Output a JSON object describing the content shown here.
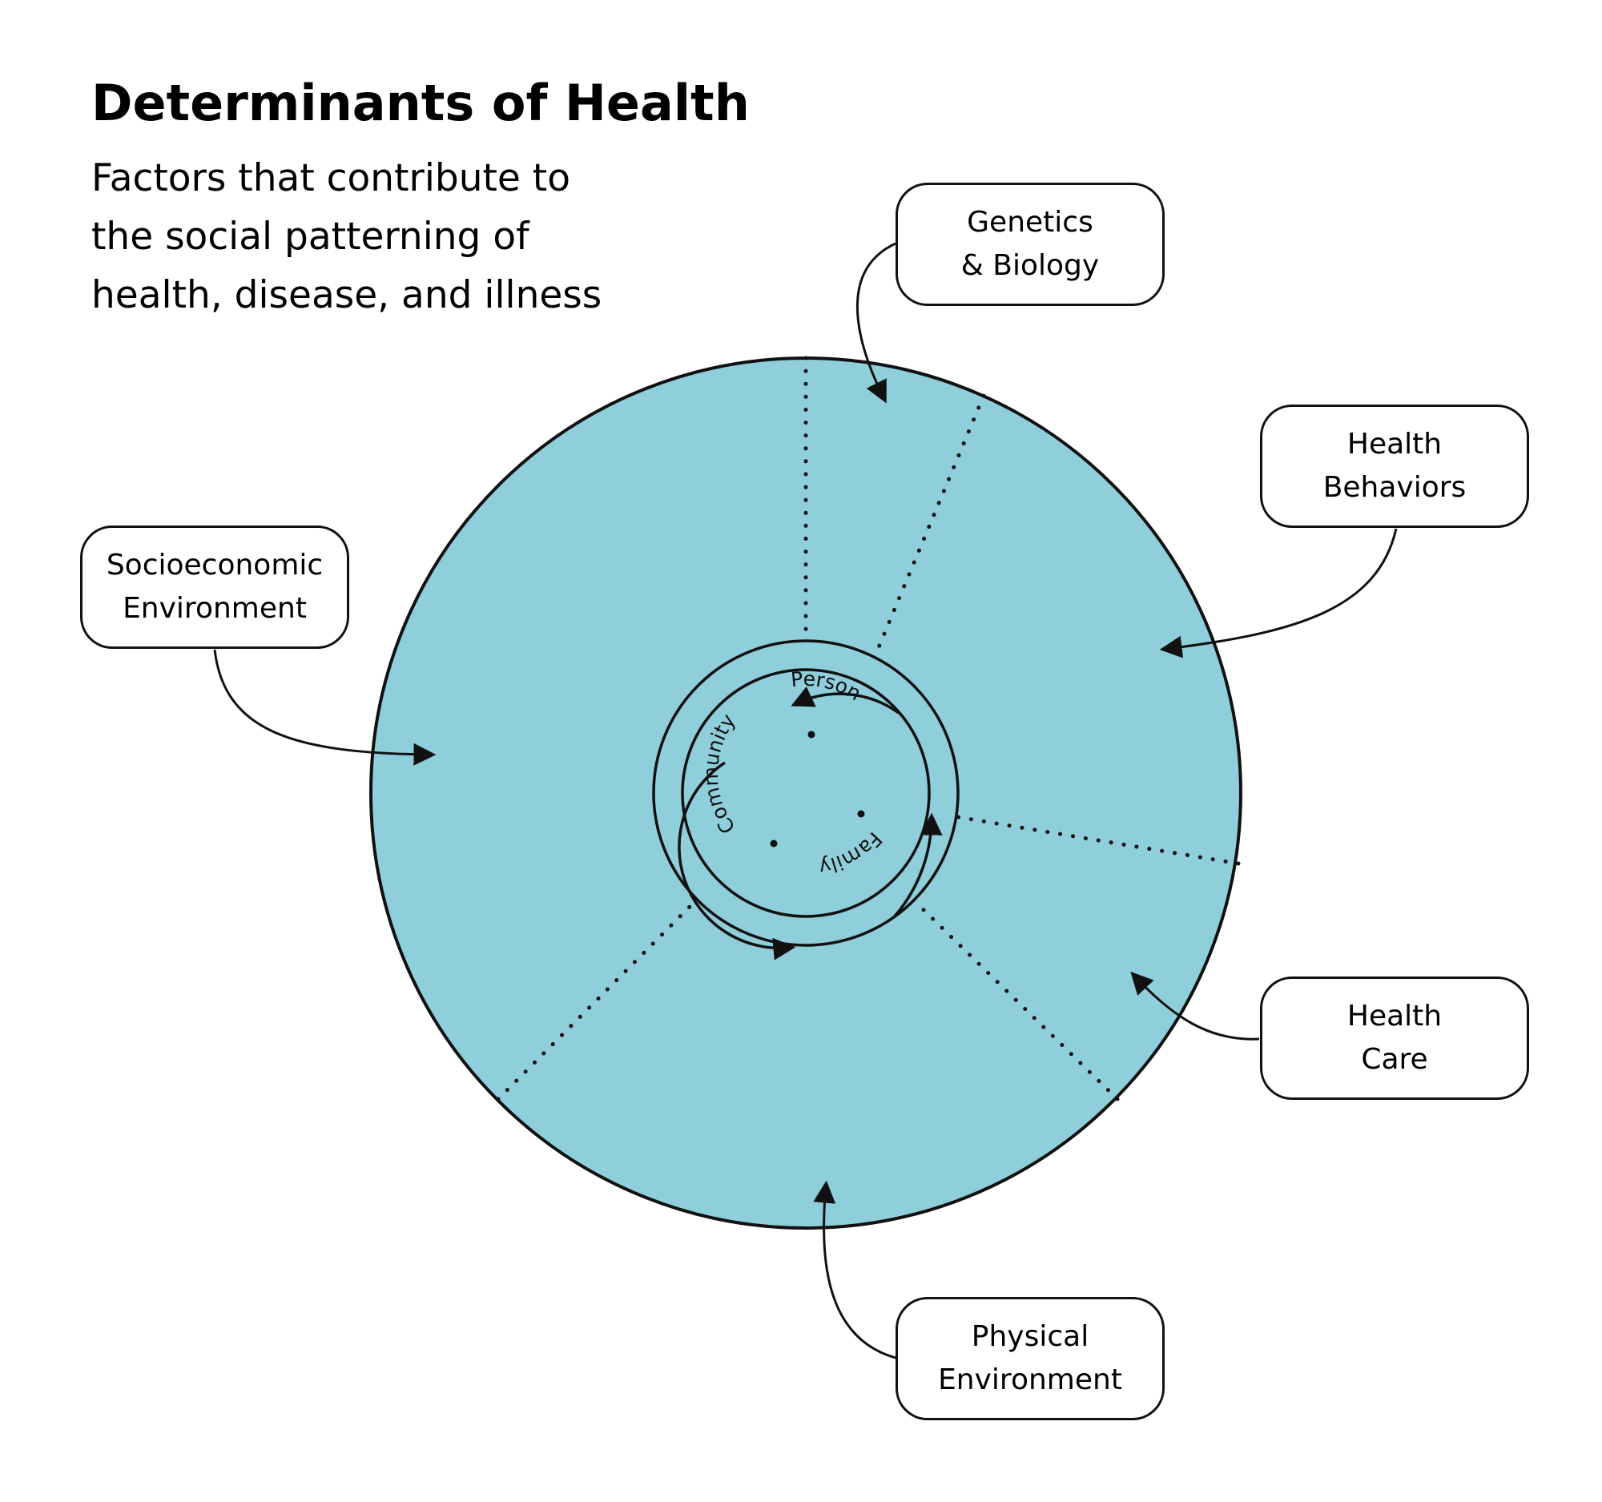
{
  "header": {
    "title": "Determinants of Health",
    "subtitle_lines": [
      "Factors that contribute to",
      "the social patterning of",
      "health, disease, and illness"
    ]
  },
  "factors": {
    "genetics": {
      "line1": "Genetics",
      "line2": "& Biology"
    },
    "behaviors": {
      "line1": "Health",
      "line2": "Behaviors"
    },
    "socioeconomic": {
      "line1": "Socioeconomic",
      "line2": "Environment"
    },
    "health_care": {
      "line1": "Health",
      "line2": "Care"
    },
    "physical": {
      "line1": "Physical",
      "line2": "Environment"
    }
  },
  "center_labels": {
    "person": "Person",
    "family": "Family",
    "community": "Community"
  },
  "colors": {
    "circle_fill": "#8fcfdb",
    "stroke": "#111111",
    "background": "#ffffff"
  }
}
